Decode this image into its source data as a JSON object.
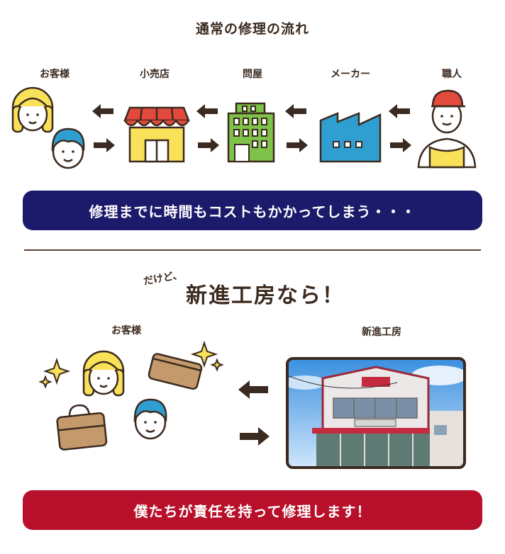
{
  "section1": {
    "title": "通常の修理の流れ",
    "labels": {
      "customer": "お客様",
      "retailer": "小売店",
      "wholesaler": "問屋",
      "maker": "メーカー",
      "craftsman": "職人"
    },
    "banner": "修理までに時間もコストもかかってしまう・・・"
  },
  "section2": {
    "note": "だけど、",
    "title": "新進工房なら！",
    "labels": {
      "customer": "お客様",
      "workshop": "新進工房"
    },
    "banner": "僕たちが責任を持って修理します！"
  },
  "colors": {
    "dark_brown": "#3b2a1f",
    "navy_banner": "#1c1a6b",
    "red_banner": "#b8102b",
    "yellow": "#f9e15a",
    "blue": "#2f9fd1",
    "green": "#7fc24a",
    "red": "#e24a3b",
    "tan": "#c49a6c"
  },
  "icons": [
    "female-customer-icon",
    "male-customer-icon",
    "store-icon",
    "office-building-icon",
    "factory-icon",
    "craftsman-icon",
    "arrow-left-icon",
    "arrow-right-icon",
    "sparkle-icon",
    "wallet-icon",
    "handbag-icon",
    "workshop-photo"
  ]
}
